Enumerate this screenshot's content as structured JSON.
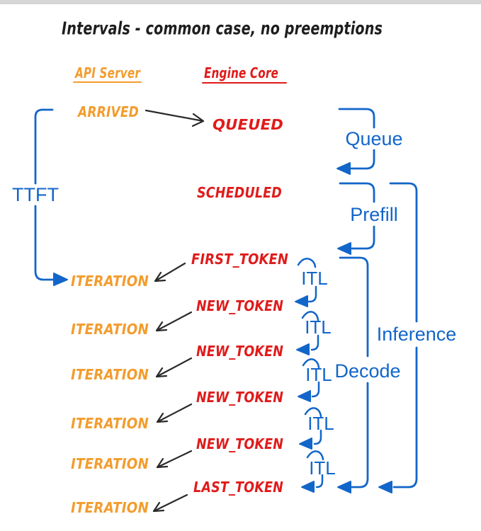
{
  "title": "Intervals - common case, no preemptions",
  "columns": {
    "api_server": "API Server",
    "engine_core": "Engine Core"
  },
  "events": {
    "arrived": "ARRIVED",
    "queued": "QUEUED",
    "scheduled": "SCHEDULED",
    "first_token": "FIRST_TOKEN",
    "new_token": "NEW_TOKEN",
    "last_token": "LAST_TOKEN",
    "iteration": "ITERATION"
  },
  "intervals": {
    "ttft": "TTFT",
    "queue": "Queue",
    "prefill": "Prefill",
    "decode": "Decode",
    "inference": "Inference",
    "itl": "ITL"
  },
  "colors": {
    "api_accent": "#F39C2D",
    "engine_accent": "#E01B1B",
    "interval_accent": "#1266C9",
    "ink": "#1E1E1E"
  }
}
